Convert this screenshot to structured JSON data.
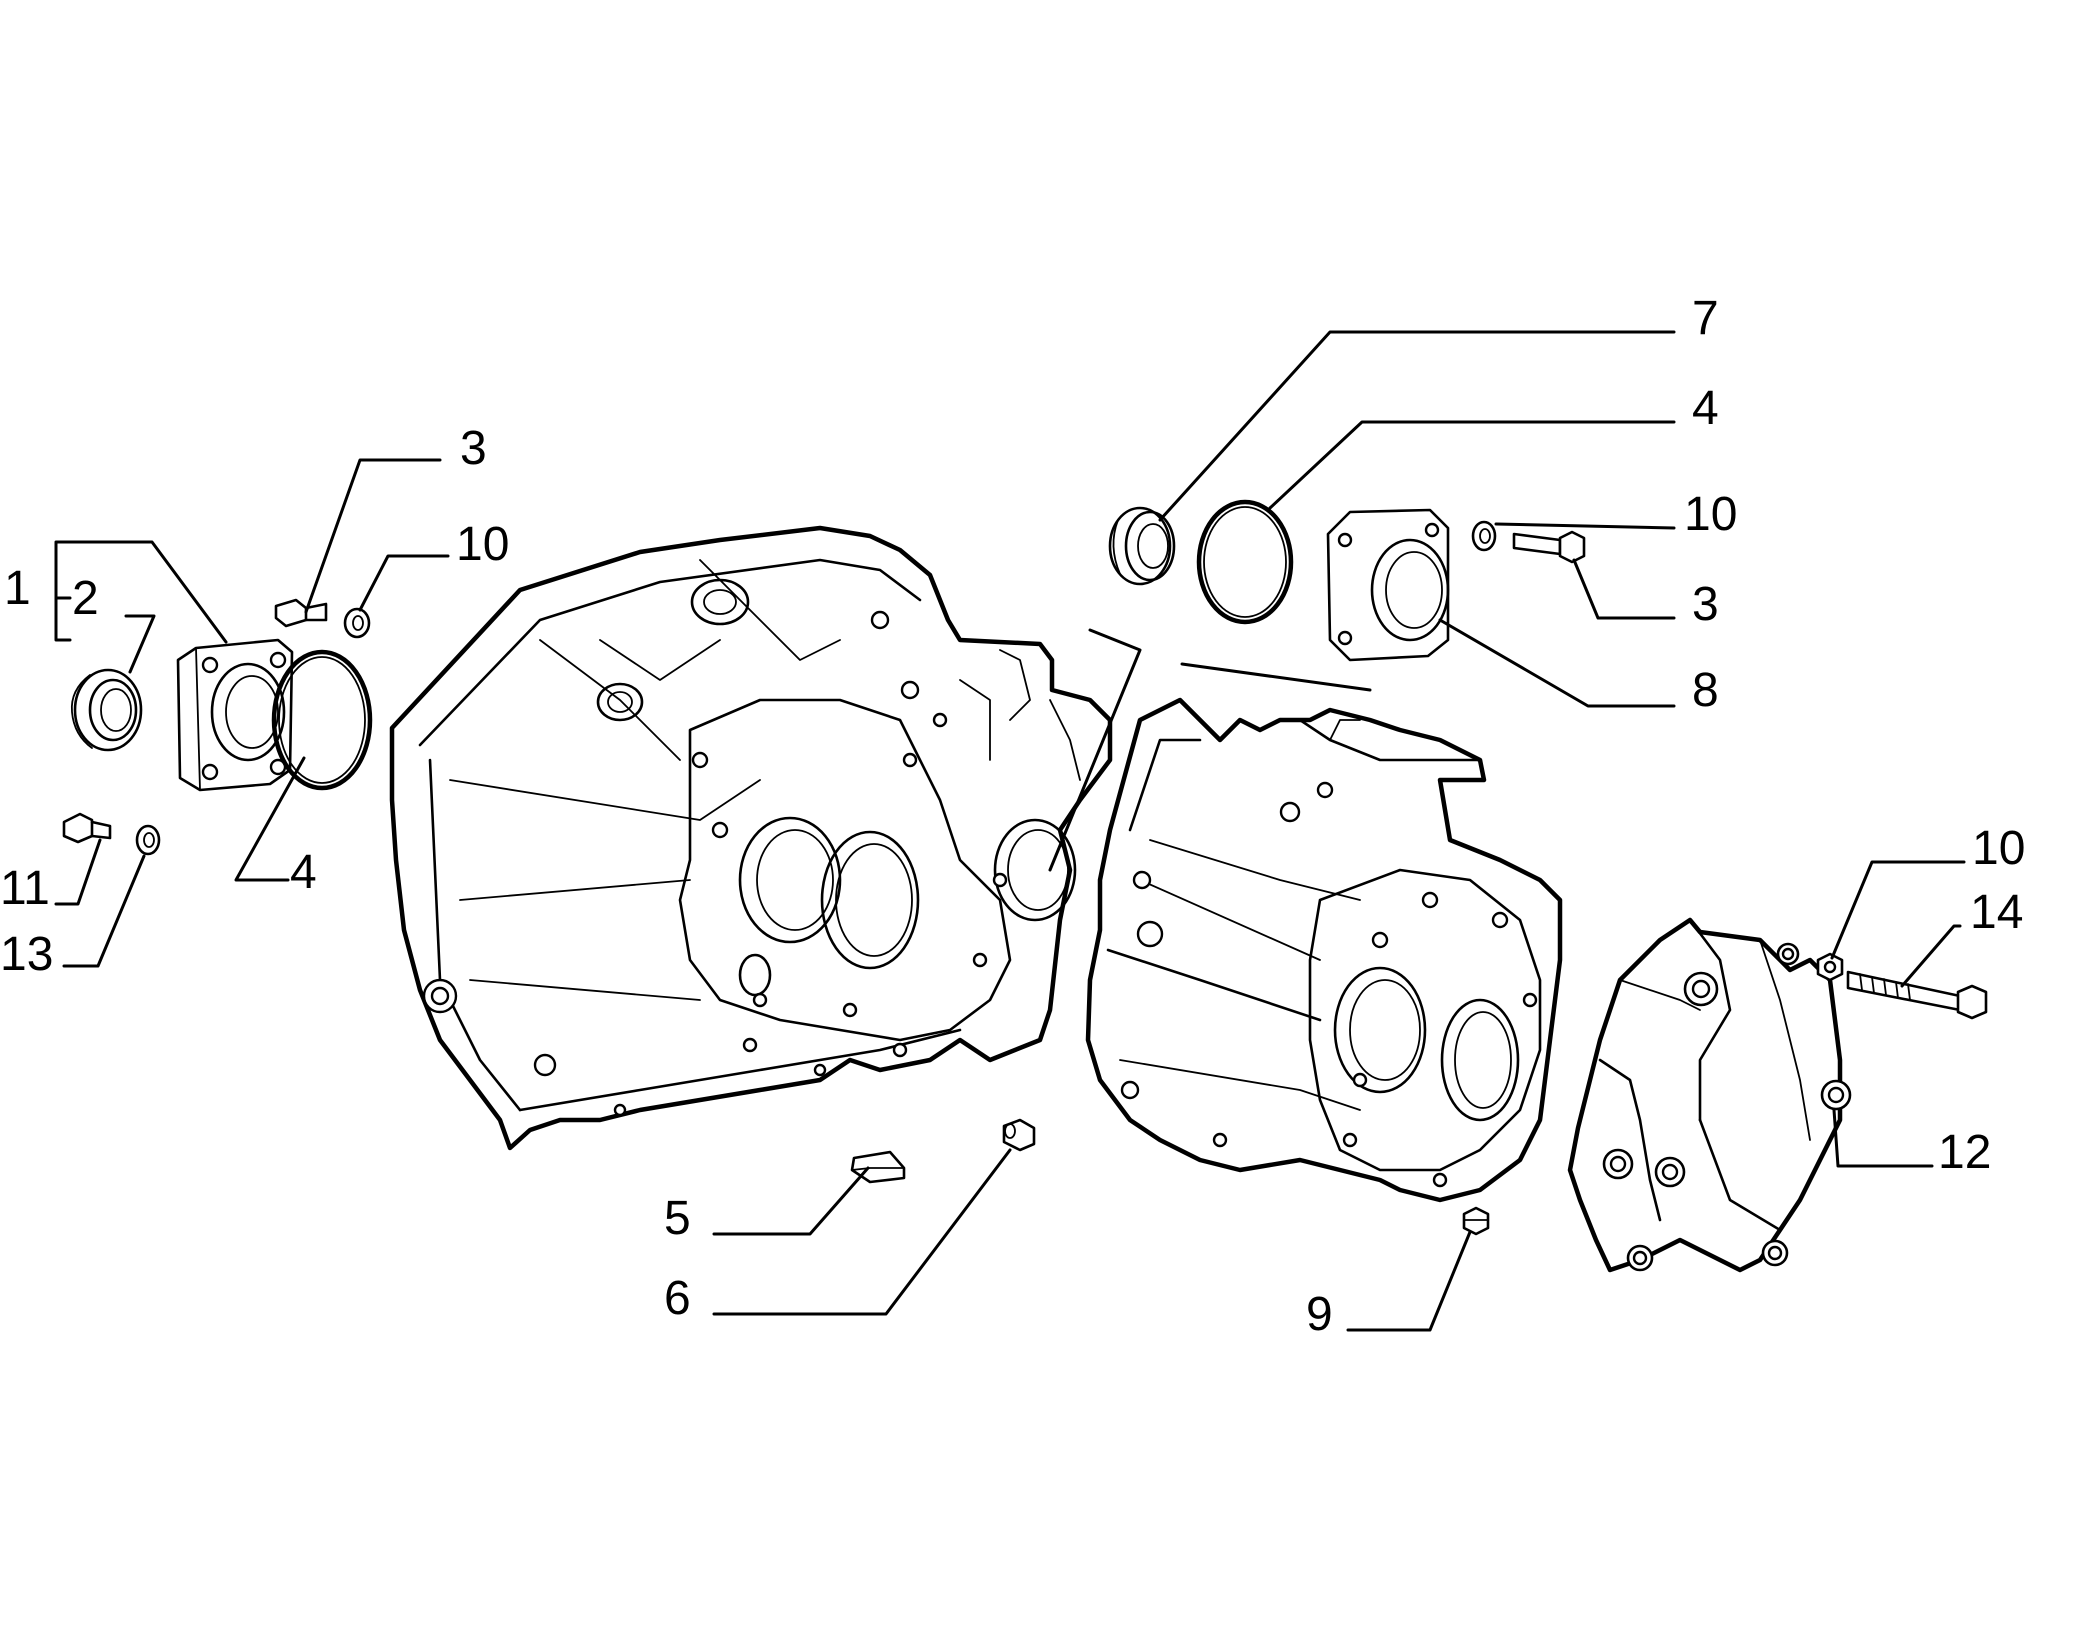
{
  "diagram": {
    "callouts": [
      {
        "id": "c1",
        "label": "1"
      },
      {
        "id": "c2",
        "label": "2"
      },
      {
        "id": "c3a",
        "label": "3"
      },
      {
        "id": "c10a",
        "label": "10"
      },
      {
        "id": "c4a",
        "label": "4"
      },
      {
        "id": "c11",
        "label": "11"
      },
      {
        "id": "c13",
        "label": "13"
      },
      {
        "id": "c7",
        "label": "7"
      },
      {
        "id": "c4b",
        "label": "4"
      },
      {
        "id": "c10b",
        "label": "10"
      },
      {
        "id": "c3b",
        "label": "3"
      },
      {
        "id": "c8",
        "label": "8"
      },
      {
        "id": "c10c",
        "label": "10"
      },
      {
        "id": "c14",
        "label": "14"
      },
      {
        "id": "c12",
        "label": "12"
      },
      {
        "id": "c5",
        "label": "5"
      },
      {
        "id": "c6",
        "label": "6"
      },
      {
        "id": "c9",
        "label": "9"
      }
    ]
  }
}
